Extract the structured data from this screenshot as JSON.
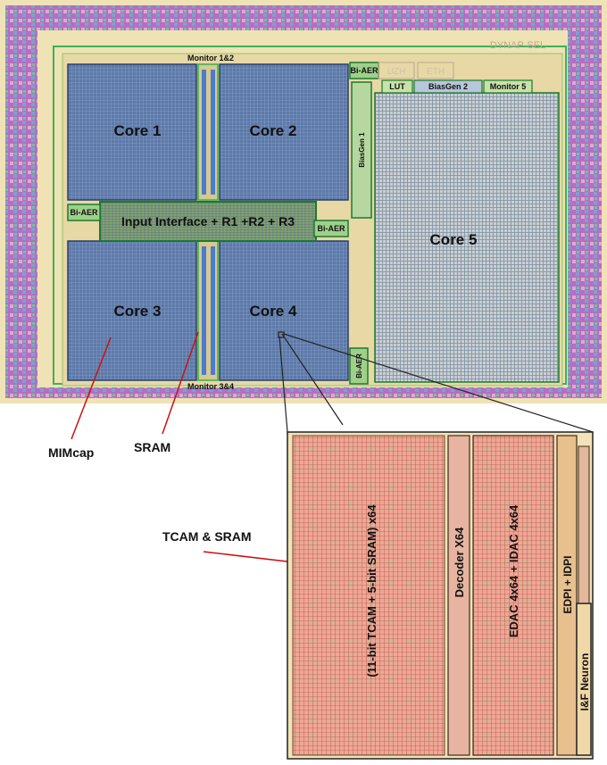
{
  "chip": {
    "cores": {
      "core1": "Core 1",
      "core2": "Core 2",
      "core3": "Core 3",
      "core4": "Core 4",
      "core5": "Core 5"
    },
    "blocks": {
      "monitor12": "Monitor 1&2",
      "monitor34": "Monitor 3&4",
      "monitor5": "Monitor 5",
      "lut": "LUT",
      "biasgen2": "BiasGen 2",
      "biasgen1": "BiasGen 1",
      "biaer_left": "Bi-AER",
      "biaer_mid": "Bi-AER",
      "biaer_top": "Bi-AER",
      "biaer_bottom": "Bi-AER",
      "input_interface": "Input Interface + R1 +R2 + R3",
      "logo_left": "UZH",
      "logo_right": "ETH",
      "brand": "DYNAP-SEL"
    }
  },
  "callouts": {
    "mimcap": "MIMcap",
    "sram": "SRAM",
    "tcam_sram": "TCAM & SRAM"
  },
  "zoom": {
    "tcam_array": "(11-bit TCAM + 5-bit SRAM) x64",
    "decoder": "Decoder X64",
    "dacs": "EDAC 4x64 + IDAC 4x64",
    "synapse": "EDPI + IDPI",
    "neuron": "I&F Neuron"
  },
  "colors": {
    "core_blue": "#5c79a8",
    "chip_bg": "#efe2b4",
    "zoom_red": "#ee9a88",
    "callout_line": "#cc1111",
    "zoom_frame": "#222222"
  }
}
